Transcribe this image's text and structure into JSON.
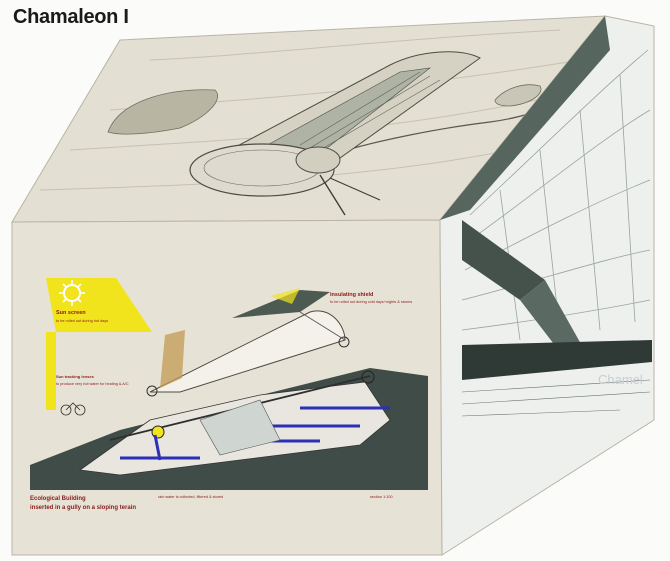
{
  "title": "Chamaleon I",
  "top_face": {},
  "front_face": {
    "labels": {
      "sun_screen": "Sun screen",
      "sun_screen_note": "to be rolled out during hot days",
      "insulating_shield": "insulating shield",
      "insulating_shield_note": "to be rolled out during cold days+nights & storms",
      "sun_lenses": "Sun tracking lenses",
      "sun_lenses_note": "to produce very hot water for heating & A/C",
      "caption_line1": "Ecological Building",
      "caption_line2": "inserted in a gully on a sloping terain",
      "water_note": "rain water is collected, filtered & stored",
      "credit": "section  1:100"
    }
  },
  "side_face": {
    "ghost_text": "Chamel"
  },
  "colors": {
    "paper": "#e3dfd2",
    "sun_yellow": "#f2e41c",
    "accent_blue": "#2c2fb8",
    "dark_green": "#3d4a45",
    "text_red": "#8a1b1b"
  }
}
